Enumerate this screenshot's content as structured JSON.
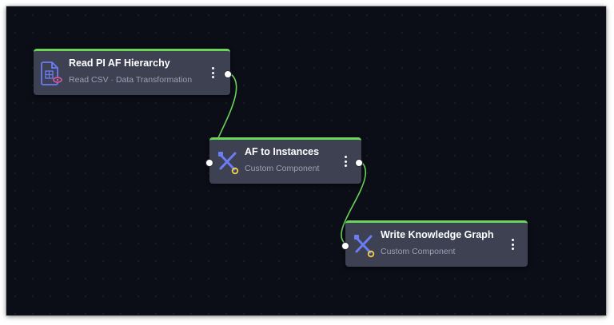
{
  "canvas": {
    "background": "#0b0d17",
    "edge_color": "#6bd45a"
  },
  "nodes": [
    {
      "title": "Read PI AF Hierarchy",
      "subtitle": "Read CSV · Data Transformation",
      "icon": "csv-file-icon",
      "accent": "#6bd45a"
    },
    {
      "title": "AF to Instances",
      "subtitle": "Custom Component",
      "icon": "tools-icon",
      "accent": "#6bd45a"
    },
    {
      "title": "Write Knowledge Graph",
      "subtitle": "Custom Component",
      "icon": "tools-icon",
      "accent": "#6bd45a"
    }
  ]
}
